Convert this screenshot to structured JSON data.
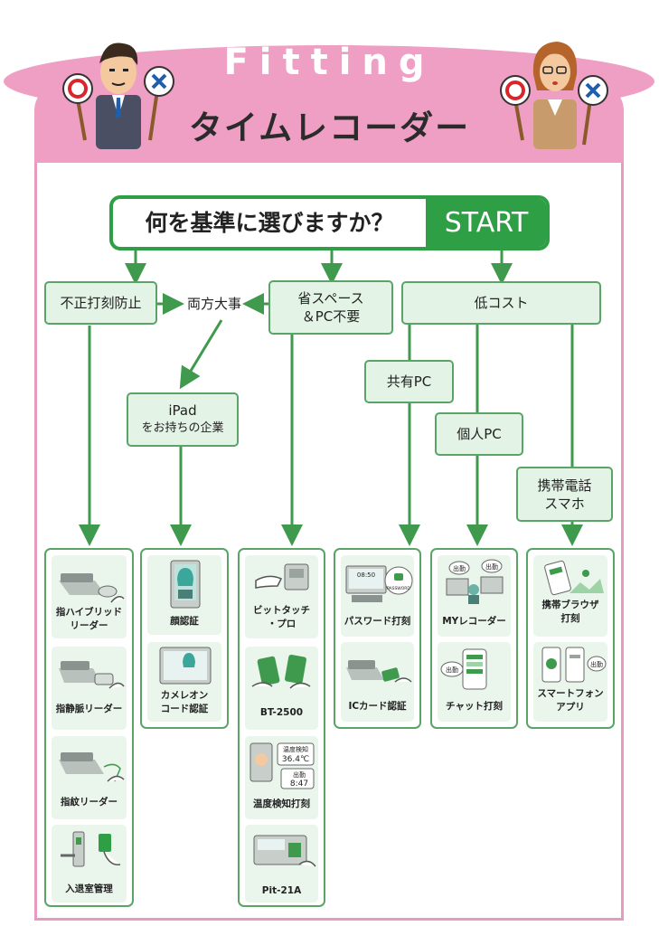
{
  "header": {
    "title_en": "Fitting",
    "title_jp": "タイムレコーダー"
  },
  "start": {
    "question": "何を基準に選びますか？",
    "label": "START"
  },
  "nodes": {
    "fraud_prevention": "不正打刻防止",
    "both_important": "両方大事",
    "space_saving_line1": "省スペース",
    "space_saving_line2": "＆PC不要",
    "low_cost": "低コスト",
    "ipad_line1": "iPad",
    "ipad_line2": "をお持ちの企業",
    "shared_pc": "共有PC",
    "personal_pc": "個人PC",
    "mobile_line1": "携帯電話",
    "mobile_line2": "スマホ"
  },
  "columns": {
    "col1": [
      "指ハイブリッド\nリーダー",
      "指静脈リーダー",
      "指紋リーダー",
      "入退室管理"
    ],
    "col2": [
      "顔認証",
      "カメレオン\nコード認証"
    ],
    "col3": [
      "ビットタッチ\n・プロ",
      "BT-2500",
      "温度検知打刻",
      "Pit-21A"
    ],
    "col4": [
      "パスワード打刻",
      "ICカード認証"
    ],
    "col5": [
      "MYレコーダー",
      "チャット打刻"
    ],
    "col6": [
      "携帯ブラウザ\n打刻",
      "スマートフォン\nアプリ"
    ]
  },
  "illustration_text": {
    "password": "PASSWORD",
    "time_display": "08:50",
    "clock_in": "出勤",
    "temp_label": "温度検知",
    "temperature": "36.4℃",
    "clock_time": "8:47"
  },
  "colors": {
    "brand_pink": "#ef9fc4",
    "accent_green": "#2e9f45",
    "node_fill": "#e3f3e6",
    "card_fill": "#eaf5ec"
  }
}
